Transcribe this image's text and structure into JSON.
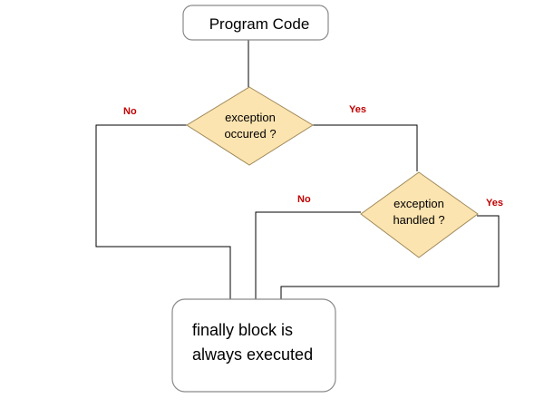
{
  "diagram": {
    "nodes": {
      "program_code": {
        "label": "Program Code"
      },
      "exception_occured": {
        "line1": "exception",
        "line2": "occured ?"
      },
      "exception_handled": {
        "line1": "exception",
        "line2": "handled ?"
      },
      "finally_block": {
        "line1": "finally block is",
        "line2": "always executed"
      }
    },
    "edges": {
      "occured_no": "No",
      "occured_yes": "Yes",
      "handled_no": "No",
      "handled_yes": "Yes"
    },
    "colors": {
      "diamond_fill": "#fce4b0",
      "diamond_stroke": "#a08a5a",
      "box_stroke": "#8a8a8a",
      "line": "#000000",
      "label_red": "#c00000"
    }
  }
}
